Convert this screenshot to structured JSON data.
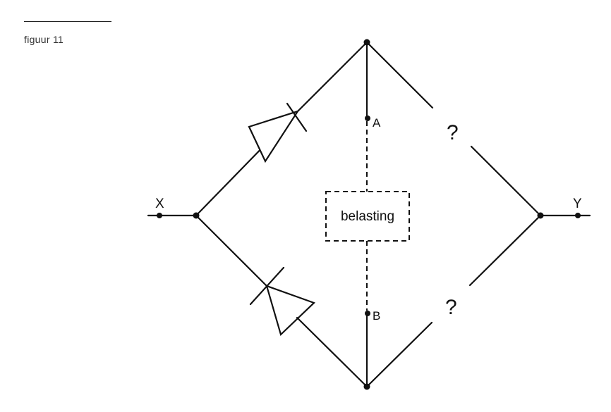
{
  "figure": {
    "label": "figuur 11"
  },
  "terminals": {
    "x_label": "X",
    "y_label": "Y",
    "a_label": "A",
    "b_label": "B"
  },
  "load": {
    "label": "belasting"
  },
  "unknown_components": {
    "top_label": "?",
    "bottom_label": "?"
  },
  "colors": {
    "line": "#111111",
    "background": "#ffffff"
  }
}
